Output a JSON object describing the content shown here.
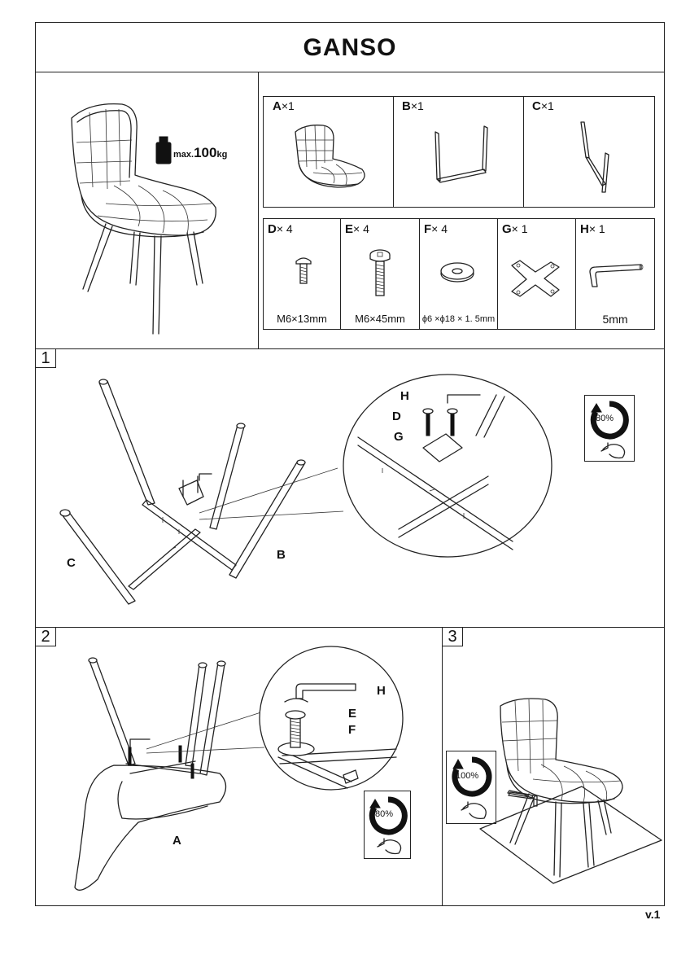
{
  "title": "GANSO",
  "version": "v.1",
  "load": {
    "prefix": "max.",
    "value": "100",
    "unit": "kg"
  },
  "parts": [
    {
      "letter": "A",
      "qty": "×1",
      "spec": ""
    },
    {
      "letter": "B",
      "qty": "×1",
      "spec": ""
    },
    {
      "letter": "C",
      "qty": "×1",
      "spec": ""
    },
    {
      "letter": "D",
      "qty": "× 4",
      "spec": "M6×13mm"
    },
    {
      "letter": "E",
      "qty": "× 4",
      "spec": "M6×45mm"
    },
    {
      "letter": "F",
      "qty": "× 4",
      "spec": "ϕ6 ×ϕ18  × 1. 5mm"
    },
    {
      "letter": "G",
      "qty": "× 1",
      "spec": ""
    },
    {
      "letter": "H",
      "qty": "× 1",
      "spec": "5mm"
    }
  ],
  "steps": [
    {
      "number": "1",
      "labels": [
        "H",
        "D",
        "G",
        "C",
        "B"
      ],
      "tighten": "80%"
    },
    {
      "number": "2",
      "labels": [
        "H",
        "E",
        "F",
        "A"
      ],
      "tighten": "80%"
    },
    {
      "number": "3",
      "labels": [],
      "tighten": "100%"
    }
  ]
}
